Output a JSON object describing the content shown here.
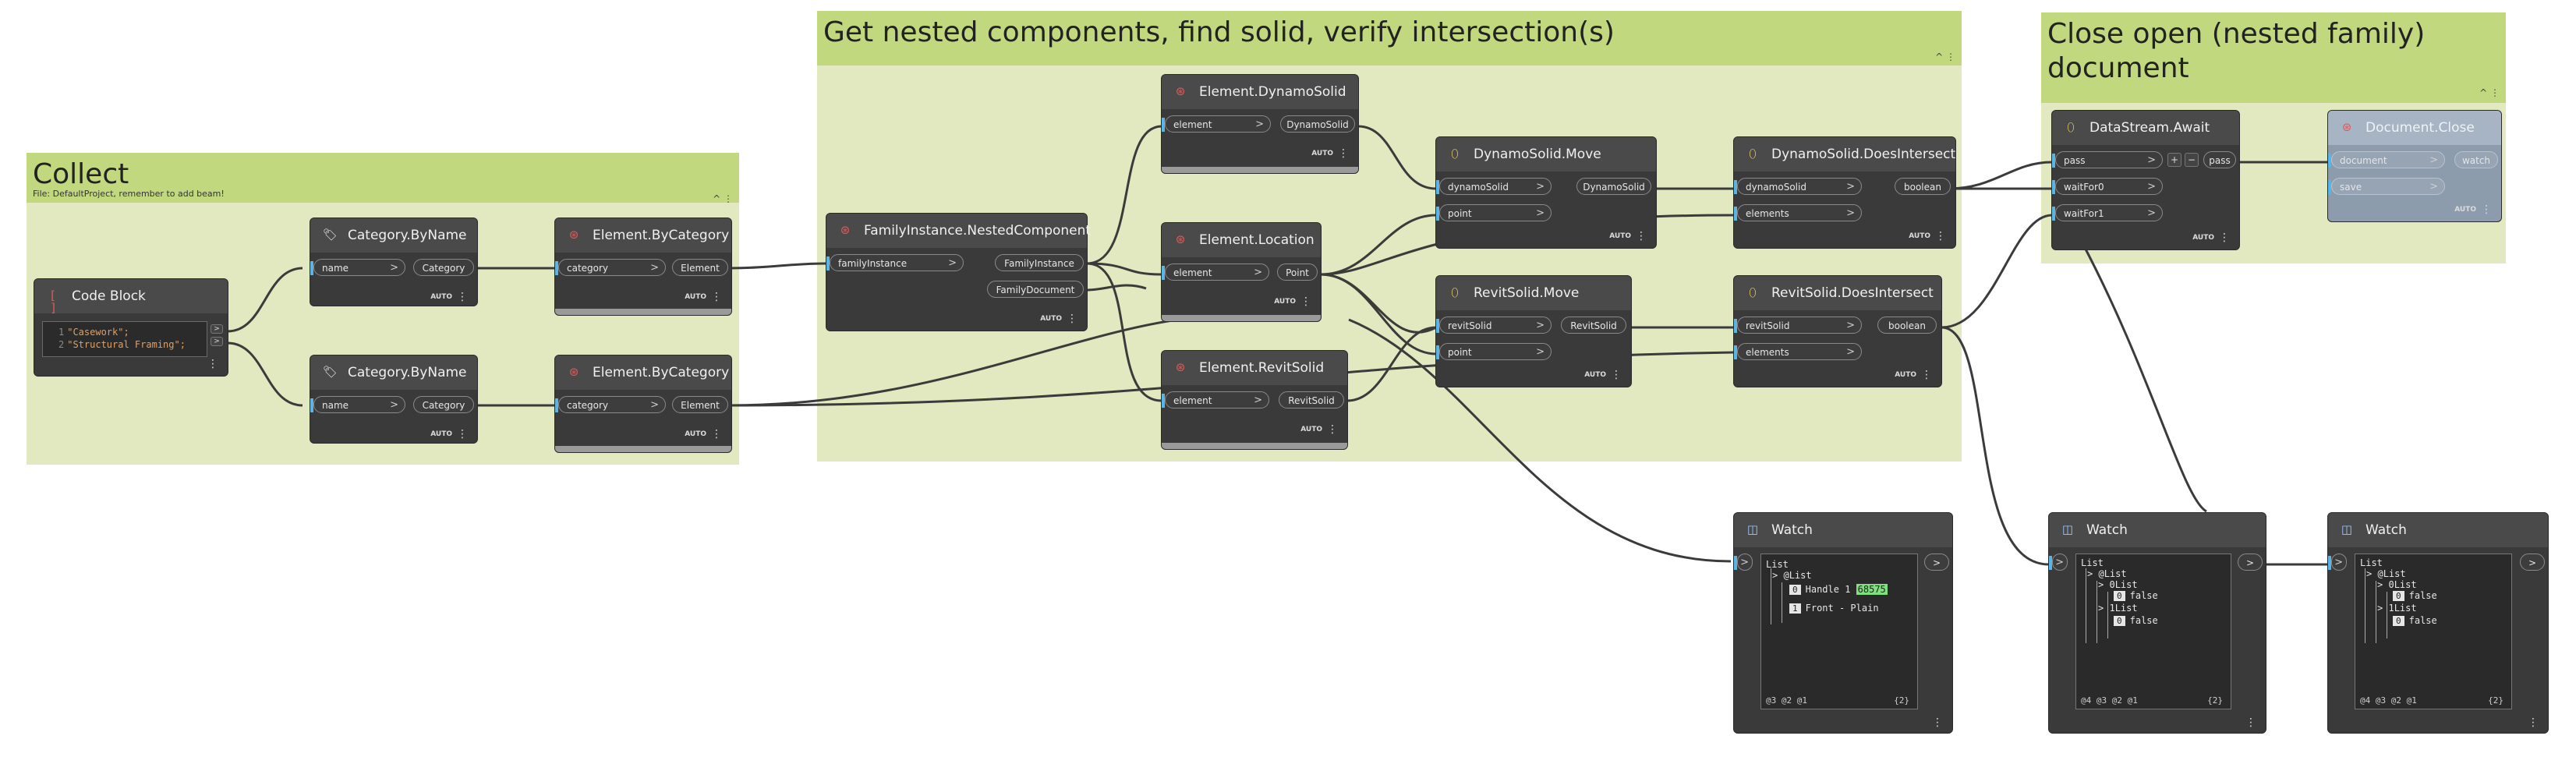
{
  "groups": {
    "collect": {
      "title": "Collect",
      "description": "File: DefaultProject, remember to add beam!"
    },
    "nested": {
      "title": "Get nested components, find solid, verify intersection(s)"
    },
    "close": {
      "title": "Close open (nested family)\ndocument"
    }
  },
  "labels": {
    "auto": "AUTO",
    "menu": "⋮",
    "chevron": ">",
    "collapse": "^ ⋮"
  },
  "code_block": {
    "title": "Code Block",
    "lines": [
      {
        "n": "1",
        "text": "\"Casework\";"
      },
      {
        "n": "2",
        "text": "\"Structural Framing\";"
      }
    ]
  },
  "nodes": {
    "cat1": {
      "title": "Category.ByName",
      "in": "name",
      "out": "Category"
    },
    "cat2": {
      "title": "Category.ByName",
      "in": "name",
      "out": "Category"
    },
    "ebc1": {
      "title": "Element.ByCategory",
      "in": "category",
      "out": "Element"
    },
    "ebc2": {
      "title": "Element.ByCategory",
      "in": "category",
      "out": "Element"
    },
    "fin": {
      "title": "FamilyInstance.NestedComponent",
      "in": "familyInstance",
      "out1": "FamilyInstance",
      "out2": "FamilyDocument"
    },
    "eds": {
      "title": "Element.DynamoSolid",
      "in": "element",
      "out": "DynamoSolid"
    },
    "eloc": {
      "title": "Element.Location",
      "in": "element",
      "out": "Point"
    },
    "ers": {
      "title": "Element.RevitSolid",
      "in": "element",
      "out": "RevitSolid"
    },
    "dsm": {
      "title": "DynamoSolid.Move",
      "in1": "dynamoSolid",
      "in2": "point",
      "out": "DynamoSolid"
    },
    "rsm": {
      "title": "RevitSolid.Move",
      "in1": "revitSolid",
      "in2": "point",
      "out": "RevitSolid"
    },
    "dsi": {
      "title": "DynamoSolid.DoesIntersect",
      "in1": "dynamoSolid",
      "in2": "elements",
      "out": "boolean"
    },
    "rsi": {
      "title": "RevitSolid.DoesIntersect",
      "in1": "revitSolid",
      "in2": "elements",
      "out": "boolean"
    },
    "dsa": {
      "title": "DataStream.Await",
      "in1": "pass",
      "in2": "waitFor0",
      "in3": "waitFor1",
      "out": "pass",
      "plus": "+",
      "minus": "−"
    },
    "dc": {
      "title": "Document.Close",
      "in1": "document",
      "in2": "save",
      "out": "watch"
    }
  },
  "watches": {
    "w1": {
      "title": "Watch",
      "lines": [
        {
          "indent": 0,
          "text": "List"
        },
        {
          "indent": 1,
          "text": "@List",
          "chev": true
        },
        {
          "indent": 2,
          "idx": "0",
          "text": "Handle 1 ",
          "hl": "68575"
        },
        {
          "indent": 2,
          "idx": "1",
          "text": "Front - Plain"
        }
      ],
      "footer_left": "@3 @2 @1",
      "footer_right": "{2}"
    },
    "w2": {
      "title": "Watch",
      "lines": [
        {
          "indent": 0,
          "text": "List"
        },
        {
          "indent": 1,
          "text": "@List",
          "chev": true
        },
        {
          "indent": 2,
          "text": "0List",
          "chev": true
        },
        {
          "indent": 3,
          "idx": "0",
          "text": "false"
        },
        {
          "indent": 2,
          "text": "1List",
          "chev": true
        },
        {
          "indent": 3,
          "idx": "0",
          "text": "false"
        }
      ],
      "footer_left": "@4 @3 @2 @1",
      "footer_right": "{2}"
    },
    "w3": {
      "title": "Watch",
      "lines": [
        {
          "indent": 0,
          "text": "List"
        },
        {
          "indent": 1,
          "text": "@List",
          "chev": true
        },
        {
          "indent": 2,
          "text": "0List",
          "chev": true
        },
        {
          "indent": 3,
          "idx": "0",
          "text": "false"
        },
        {
          "indent": 2,
          "text": "1List",
          "chev": true
        },
        {
          "indent": 3,
          "idx": "0",
          "text": "false"
        }
      ],
      "footer_left": "@4 @3 @2 @1",
      "footer_right": "{2}"
    }
  }
}
